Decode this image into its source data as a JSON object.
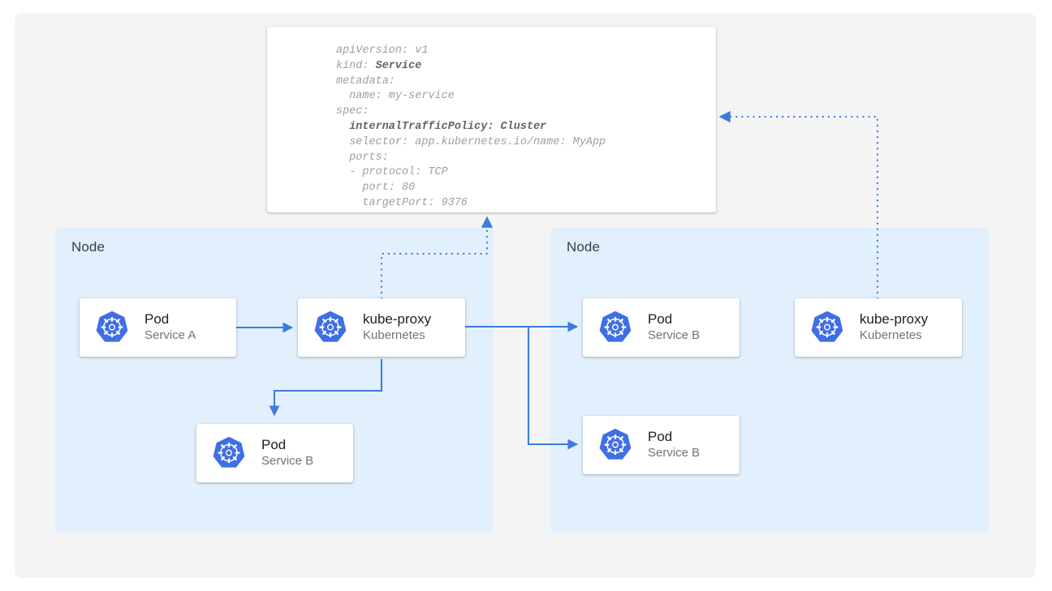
{
  "diagram": {
    "title": "Kubernetes Service internalTrafficPolicy Cluster traffic routing",
    "accent_blue": "#3b7ddd",
    "node_fill": "#e2effc",
    "panel_fill": "#f4f4f4",
    "logo_blue": "#3f6ee5"
  },
  "yaml": {
    "lines": [
      {
        "text": "apiVersion: v1",
        "bold": ""
      },
      {
        "text": "kind: ",
        "bold": "Service"
      },
      {
        "text": "metadata:",
        "bold": ""
      },
      {
        "text": "  name: my-service",
        "bold": ""
      },
      {
        "text": "spec:",
        "bold": ""
      },
      {
        "text": "  ",
        "bold": "internalTrafficPolicy: Cluster"
      },
      {
        "text": "  selector: app.kubernetes.io/name: MyApp",
        "bold": ""
      },
      {
        "text": "  ports:",
        "bold": ""
      },
      {
        "text": "  - protocol: TCP",
        "bold": ""
      },
      {
        "text": "    port: 80",
        "bold": ""
      },
      {
        "text": "    targetPort: 9376",
        "bold": ""
      }
    ],
    "full_text": "apiVersion: v1\nkind: Service\nmetadata:\n  name: my-service\nspec:\n  internalTrafficPolicy: Cluster\n  selector: app.kubernetes.io/name: MyApp\n  ports:\n  - protocol: TCP\n    port: 80\n    targetPort: 9376"
  },
  "nodes": [
    {
      "label": "Node"
    },
    {
      "label": "Node"
    }
  ],
  "cards": {
    "left_pod_a": {
      "title": "Pod",
      "subtitle": "Service A"
    },
    "left_kubeproxy": {
      "title": "kube-proxy",
      "subtitle": "Kubernetes"
    },
    "left_pod_b": {
      "title": "Pod",
      "subtitle": "Service B"
    },
    "right_pod_b1": {
      "title": "Pod",
      "subtitle": "Service B"
    },
    "right_pod_b2": {
      "title": "Pod",
      "subtitle": "Service B"
    },
    "right_kubeproxy": {
      "title": "kube-proxy",
      "subtitle": "Kubernetes"
    }
  }
}
